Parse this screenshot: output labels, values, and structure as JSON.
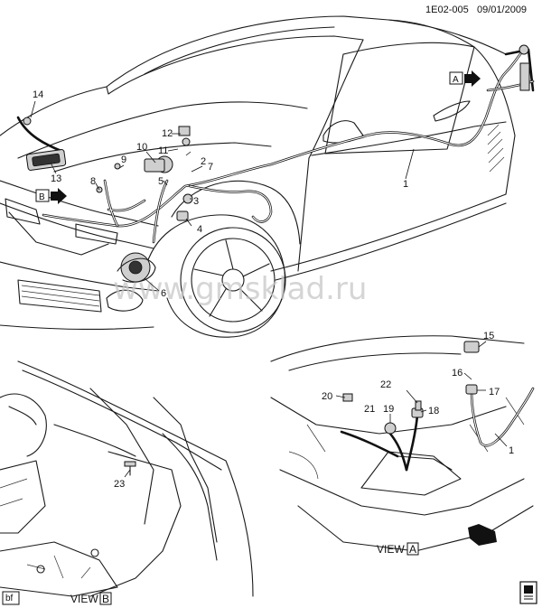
{
  "header": {
    "code": "1E02-005",
    "date": "09/01/2009"
  },
  "watermark": "www.gmsklad.ru",
  "callouts": [
    "1",
    "2",
    "3",
    "4",
    "5",
    "6",
    "7",
    "8",
    "9",
    "10",
    "11",
    "12",
    "13",
    "14",
    "15",
    "16",
    "17",
    "18",
    "19",
    "20",
    "21",
    "22",
    "23"
  ],
  "views": {
    "a": {
      "prefix": "VIEW",
      "letter": "A"
    },
    "b": {
      "prefix": "VIEW",
      "letter": "B"
    }
  },
  "view_refs": {
    "a": "A",
    "b": "B"
  },
  "footer": {
    "tag": "bf",
    "icon": "manual-book-icon"
  }
}
